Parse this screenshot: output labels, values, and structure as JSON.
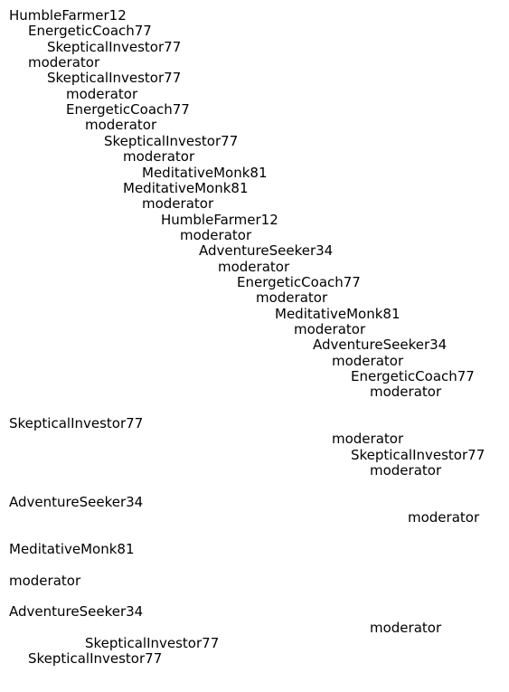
{
  "lines": [
    {
      "depth": 0,
      "text": "HumbleFarmer12"
    },
    {
      "depth": 1,
      "text": "EnergeticCoach77"
    },
    {
      "depth": 2,
      "text": "SkepticalInvestor77"
    },
    {
      "depth": 1,
      "text": "moderator"
    },
    {
      "depth": 2,
      "text": "SkepticalInvestor77"
    },
    {
      "depth": 3,
      "text": "moderator"
    },
    {
      "depth": 3,
      "text": "EnergeticCoach77"
    },
    {
      "depth": 4,
      "text": "moderator"
    },
    {
      "depth": 5,
      "text": "SkepticalInvestor77"
    },
    {
      "depth": 6,
      "text": "moderator"
    },
    {
      "depth": 7,
      "text": "MeditativeMonk81"
    },
    {
      "depth": 6,
      "text": "MeditativeMonk81"
    },
    {
      "depth": 7,
      "text": "moderator"
    },
    {
      "depth": 8,
      "text": "HumbleFarmer12"
    },
    {
      "depth": 9,
      "text": "moderator"
    },
    {
      "depth": 10,
      "text": "AdventureSeeker34"
    },
    {
      "depth": 11,
      "text": "moderator"
    },
    {
      "depth": 12,
      "text": "EnergeticCoach77"
    },
    {
      "depth": 13,
      "text": "moderator"
    },
    {
      "depth": 14,
      "text": "MeditativeMonk81"
    },
    {
      "depth": 15,
      "text": "moderator"
    },
    {
      "depth": 16,
      "text": "AdventureSeeker34"
    },
    {
      "depth": 17,
      "text": "moderator"
    },
    {
      "depth": 18,
      "text": "EnergeticCoach77"
    },
    {
      "depth": 19,
      "text": "moderator"
    },
    {
      "depth": 0,
      "text": "SkepticalInvestor77",
      "gap": true
    },
    {
      "depth": 17,
      "text": "moderator"
    },
    {
      "depth": 18,
      "text": "SkepticalInvestor77"
    },
    {
      "depth": 19,
      "text": "moderator"
    },
    {
      "depth": 0,
      "text": "AdventureSeeker34",
      "gap": true
    },
    {
      "depth": 21,
      "text": "moderator"
    },
    {
      "depth": 0,
      "text": "MeditativeMonk81",
      "gap": true
    },
    {
      "depth": 0,
      "text": "moderator",
      "gap": true
    },
    {
      "depth": 0,
      "text": "AdventureSeeker34",
      "gap": true
    },
    {
      "depth": 19,
      "text": "moderator"
    },
    {
      "depth": 4,
      "text": "SkepticalInvestor77"
    },
    {
      "depth": 1,
      "text": "SkepticalInvestor77"
    }
  ]
}
